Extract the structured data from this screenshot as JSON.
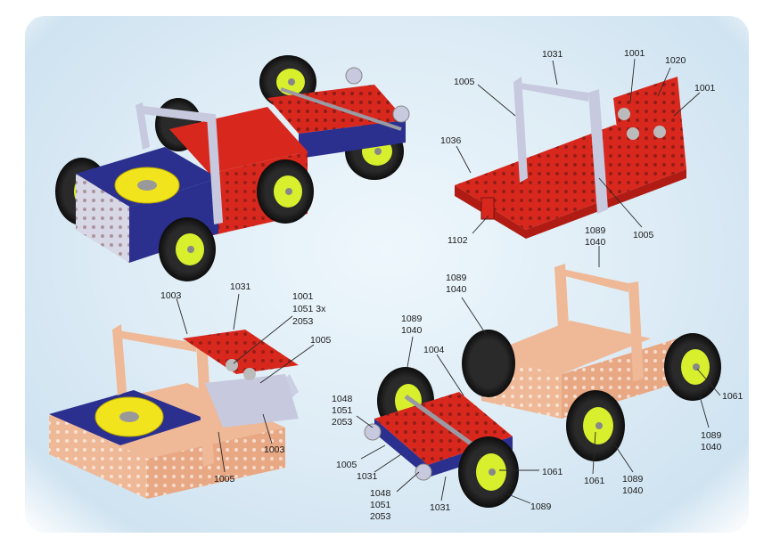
{
  "figure": {
    "panels": [
      {
        "id": "assembled-car",
        "labels": []
      },
      {
        "id": "step-1-red-plate",
        "labels": [
          {
            "key": "p1_1031",
            "text": "1031"
          },
          {
            "key": "p1_1005a",
            "text": "1005"
          },
          {
            "key": "p1_1001a",
            "text": "1001"
          },
          {
            "key": "p1_1020",
            "text": "1020"
          },
          {
            "key": "p1_1001b",
            "text": "1001"
          },
          {
            "key": "p1_1036",
            "text": "1036"
          },
          {
            "key": "p1_1102",
            "text": "1102"
          },
          {
            "key": "p1_1005b",
            "text": "1005"
          }
        ]
      },
      {
        "id": "step-2-body",
        "labels": [
          {
            "key": "p2_1003a",
            "text": "1003"
          },
          {
            "key": "p2_1031",
            "text": "1031"
          },
          {
            "key": "p2_1001",
            "text": "1001"
          },
          {
            "key": "p2_1051",
            "text": "1051 3x"
          },
          {
            "key": "p2_2053",
            "text": "2053"
          },
          {
            "key": "p2_1005a",
            "text": "1005"
          },
          {
            "key": "p2_1003b",
            "text": "1003"
          },
          {
            "key": "p2_1005b",
            "text": "1005"
          }
        ]
      },
      {
        "id": "step-3-wheels",
        "labels": [
          {
            "key": "p3_1089a",
            "text": "1089"
          },
          {
            "key": "p3_1040a",
            "text": "1040"
          },
          {
            "key": "p3_1089b",
            "text": "1089"
          },
          {
            "key": "p3_1040b",
            "text": "1040"
          },
          {
            "key": "p3_1089c",
            "text": "1089"
          },
          {
            "key": "p3_1040c",
            "text": "1040"
          },
          {
            "key": "p3_1004",
            "text": "1004"
          },
          {
            "key": "p3_1048a",
            "text": "1048"
          },
          {
            "key": "p3_1051a",
            "text": "1051"
          },
          {
            "key": "p3_2053a",
            "text": "2053"
          },
          {
            "key": "p3_1005",
            "text": "1005"
          },
          {
            "key": "p3_1031a",
            "text": "1031"
          },
          {
            "key": "p3_1048b",
            "text": "1048"
          },
          {
            "key": "p3_1051b",
            "text": "1051"
          },
          {
            "key": "p3_2053b",
            "text": "2053"
          },
          {
            "key": "p3_1031b",
            "text": "1031"
          },
          {
            "key": "p3_1061a",
            "text": "1061"
          },
          {
            "key": "p3_1089d",
            "text": "1089"
          },
          {
            "key": "p3_1061b",
            "text": "1061"
          },
          {
            "key": "p3_1089e",
            "text": "1089"
          },
          {
            "key": "p3_1040d",
            "text": "1040"
          },
          {
            "key": "p3_1061c",
            "text": "1061"
          },
          {
            "key": "p3_1089f",
            "text": "1089"
          },
          {
            "key": "p3_1040e",
            "text": "1040"
          }
        ]
      }
    ]
  },
  "L": {
    "p1_1031": "1031",
    "p1_1005a": "1005",
    "p1_1001a": "1001",
    "p1_1020": "1020",
    "p1_1001b": "1001",
    "p1_1036": "1036",
    "p1_1102": "1102",
    "p1_1005b": "1005",
    "p2_1003a": "1003",
    "p2_1031": "1031",
    "p2_1001": "1001",
    "p2_1051": "1051 3x",
    "p2_2053": "2053",
    "p2_1005a": "1005",
    "p2_1003b": "1003",
    "p2_1005b": "1005",
    "p3_1089a": "1089",
    "p3_1040a": "1040",
    "p3_1089b": "1089",
    "p3_1040b": "1040",
    "p3_1089c": "1089",
    "p3_1040c": "1040",
    "p3_1004": "1004",
    "p3_1048a": "1048",
    "p3_1051a": "1051",
    "p3_2053a": "2053",
    "p3_1005": "1005",
    "p3_1031a": "1031",
    "p3_1048b": "1048",
    "p3_1051b": "1051",
    "p3_2053b": "2053",
    "p3_1031b": "1031",
    "p3_1061a": "1061",
    "p3_1089d": "1089",
    "p3_1061b": "1061",
    "p3_1089e": "1089",
    "p3_1040d": "1040",
    "p3_1061c": "1061",
    "p3_1089f": "1089",
    "p3_1040e": "1040"
  },
  "colors": {
    "red_plate": "#d8281e",
    "blue_plate": "#2b2f8e",
    "silver_strip": "#c7c9df",
    "copper_plate": "#efb896",
    "yellow_wheel": "#f2e41c",
    "tire": "#1c1c1c",
    "hub": "#d7ef2c",
    "background_wash": "#dcebf5"
  }
}
